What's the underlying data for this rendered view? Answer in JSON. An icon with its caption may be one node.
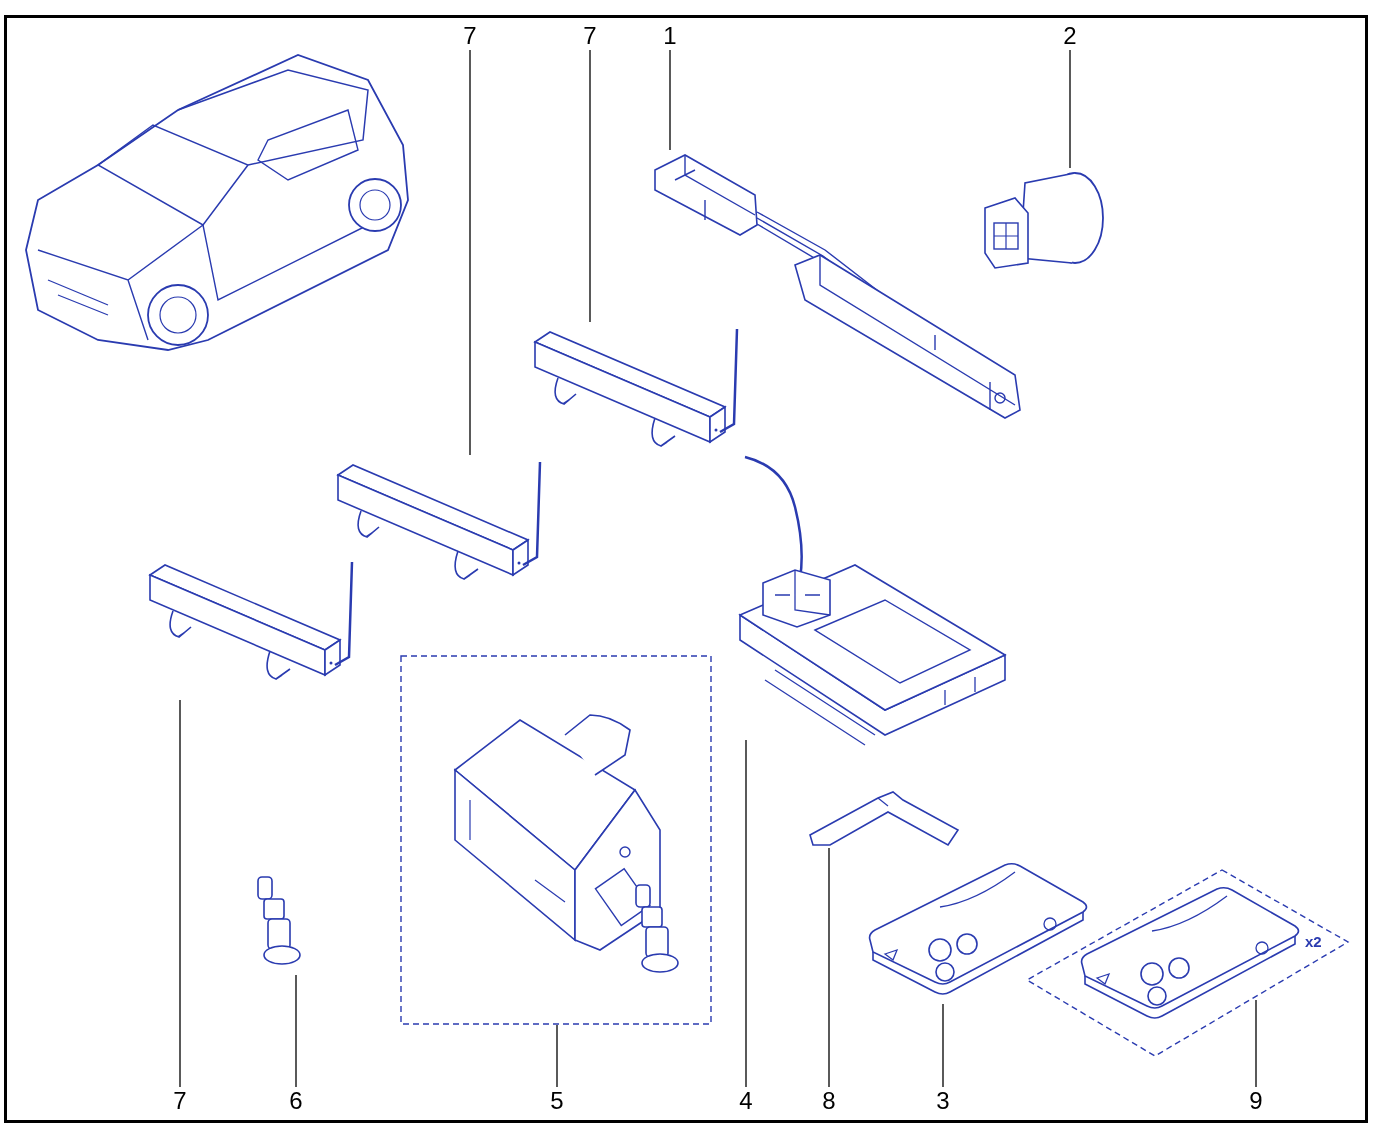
{
  "diagram": {
    "nodes": [
      {
        "text": [
          "7"
        ]
      },
      {
        "text": [
          "7"
        ]
      },
      {
        "text": [
          "1"
        ]
      },
      {
        "text": [
          "2"
        ]
      },
      {
        "text": [],
        "shape": "picture"
      },
      {
        "text": [],
        "shape": "picture"
      },
      {
        "text": [],
        "shape": "picture"
      },
      {
        "text": [],
        "shape": "picture"
      },
      {
        "text": [],
        "shape": "picture"
      },
      {
        "text": [],
        "shape": "picture"
      },
      {
        "text": [],
        "shape": "box"
      },
      {
        "text": [],
        "shape": "picture"
      },
      {
        "text": [],
        "shape": "picture"
      },
      {
        "text": [],
        "shape": "box"
      },
      {
        "text": [],
        "shape": "picture"
      },
      {
        "text": [
          "7"
        ]
      },
      {
        "text": [
          "6"
        ]
      },
      {
        "text": [
          "5"
        ]
      },
      {
        "text": [
          "4"
        ]
      },
      {
        "text": [
          "8"
        ]
      },
      {
        "text": [
          "3"
        ]
      },
      {
        "text": [
          "9"
        ]
      }
    ],
    "edges": [
      {
        "from": 0,
        "to": 7,
        "arrow": "none"
      },
      {
        "from": 1,
        "to": 6,
        "arrow": "none"
      },
      {
        "from": 2,
        "to": 4,
        "arrow": "none"
      },
      {
        "from": 3,
        "to": 5,
        "arrow": "none"
      },
      {
        "from": 15,
        "to": 8,
        "arrow": "none"
      },
      {
        "from": 16,
        "to": 14,
        "arrow": "none"
      },
      {
        "from": 17,
        "to": 10,
        "arrow": "none"
      },
      {
        "from": 18,
        "to": 9,
        "arrow": "none"
      },
      {
        "from": 19,
        "to": 11,
        "arrow": "none"
      },
      {
        "from": 20,
        "to": 12,
        "arrow": "none"
      },
      {
        "from": 21,
        "to": 13,
        "arrow": "none"
      }
    ],
    "labels": [
      "x2"
    ]
  }
}
